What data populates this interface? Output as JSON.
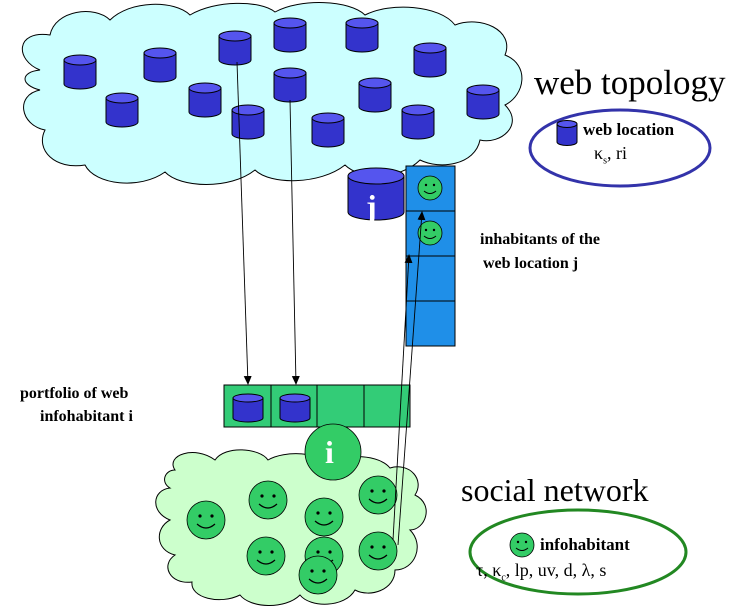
{
  "diagram": {
    "web_topology_title": "web topology",
    "social_network_title": "social network",
    "legend_web": {
      "name": "web location",
      "params_kappa": "κ",
      "params_kappa_sub": "s",
      "params_rest": ", ri"
    },
    "legend_infohabitant": {
      "name": "infohabitant",
      "params_tau": "τ, κ",
      "params_kappa_sub": "c",
      "params_rest": ", lp, uv, d, λ, s"
    },
    "inhabitants_label_line1": "inhabitants of the",
    "inhabitants_label_line2": "web location j",
    "portfolio_label_line1": "portfolio of web",
    "portfolio_label_line2": "infohabitant i",
    "node_j_label": "j",
    "node_i_label": "i",
    "colors": {
      "cloud_fill": "#ccffff",
      "cylinder_fill": "#3333cc",
      "infohabitant_fill": "#33cc66",
      "social_cloud_fill": "#ccffcc",
      "inhabitants_column": "#1f8fe8",
      "portfolio_fill": "#33cc77",
      "legend_web_border": "#3333aa",
      "legend_info_border": "#228822"
    }
  }
}
